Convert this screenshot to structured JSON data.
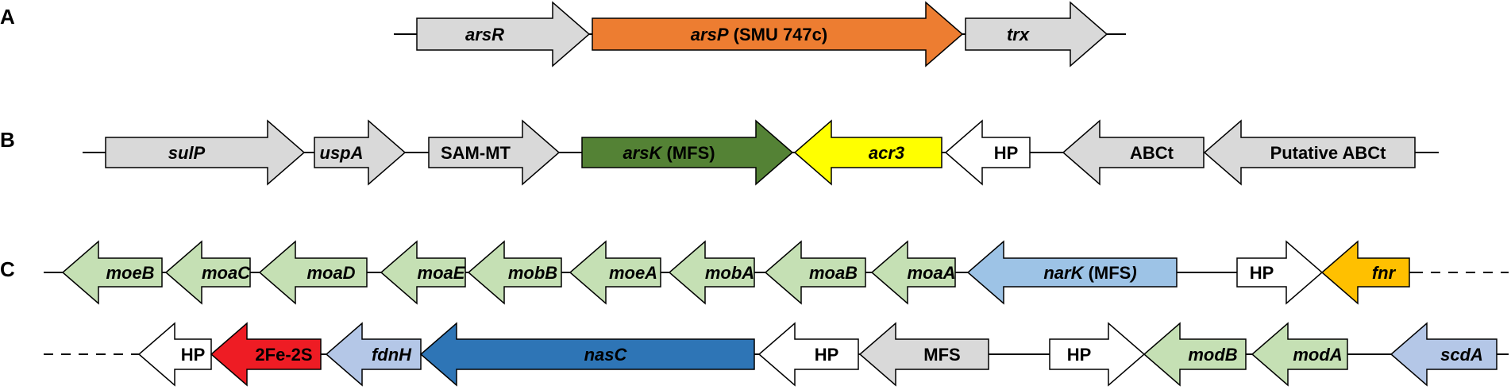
{
  "colors": {
    "grey": "#d9d9d9",
    "orange": "#ed7d31",
    "dark_green": "#548235",
    "yellow": "#ffff00",
    "white": "#ffffff",
    "light_green": "#c5e0b4",
    "light_blue": "#9dc3e6",
    "periwinkle": "#b4c7e7",
    "gold": "#ffc000",
    "red": "#ee1c24",
    "blue": "#2e75b6"
  },
  "panels": [
    {
      "label": "A",
      "genes": [
        {
          "parts": [
            {
              "text": "arsR",
              "italic": true
            }
          ],
          "direction": "right",
          "color": "grey"
        },
        {
          "parts": [
            {
              "text": "arsP",
              "italic": true
            },
            {
              "text": " (SMU 747c)",
              "italic": false
            }
          ],
          "direction": "right",
          "color": "orange"
        },
        {
          "parts": [
            {
              "text": "trx",
              "italic": true
            }
          ],
          "direction": "right",
          "color": "grey"
        }
      ]
    },
    {
      "label": "B",
      "genes": [
        {
          "parts": [
            {
              "text": "sulP",
              "italic": true
            }
          ],
          "direction": "right",
          "color": "grey"
        },
        {
          "parts": [
            {
              "text": "uspA",
              "italic": true
            }
          ],
          "direction": "right",
          "color": "grey"
        },
        {
          "parts": [
            {
              "text": "SAM-MT",
              "italic": false
            }
          ],
          "direction": "right",
          "color": "grey"
        },
        {
          "parts": [
            {
              "text": "arsK",
              "italic": true
            },
            {
              "text": " (MFS)",
              "italic": false
            }
          ],
          "direction": "right",
          "color": "dark_green"
        },
        {
          "parts": [
            {
              "text": "acr3",
              "italic": true
            }
          ],
          "direction": "left",
          "color": "yellow"
        },
        {
          "parts": [
            {
              "text": "HP",
              "italic": false
            }
          ],
          "direction": "left",
          "color": "white"
        },
        {
          "parts": [
            {
              "text": "ABCt",
              "italic": false
            }
          ],
          "direction": "left",
          "color": "grey"
        },
        {
          "parts": [
            {
              "text": "Putative ABCt",
              "italic": false
            }
          ],
          "direction": "left",
          "color": "grey"
        }
      ]
    },
    {
      "label": "C",
      "genes": [
        {
          "parts": [
            {
              "text": "moeB",
              "italic": true
            }
          ],
          "direction": "left",
          "color": "light_green"
        },
        {
          "parts": [
            {
              "text": "moaC",
              "italic": true
            }
          ],
          "direction": "left",
          "color": "light_green"
        },
        {
          "parts": [
            {
              "text": "moaD",
              "italic": true
            }
          ],
          "direction": "left",
          "color": "light_green"
        },
        {
          "parts": [
            {
              "text": "moaE",
              "italic": true
            }
          ],
          "direction": "left",
          "color": "light_green"
        },
        {
          "parts": [
            {
              "text": "mobB",
              "italic": true
            }
          ],
          "direction": "left",
          "color": "light_green"
        },
        {
          "parts": [
            {
              "text": "moeA",
              "italic": true
            }
          ],
          "direction": "left",
          "color": "light_green"
        },
        {
          "parts": [
            {
              "text": "mobA",
              "italic": true
            }
          ],
          "direction": "left",
          "color": "light_green"
        },
        {
          "parts": [
            {
              "text": "moaB",
              "italic": true
            }
          ],
          "direction": "left",
          "color": "light_green"
        },
        {
          "parts": [
            {
              "text": "moaA",
              "italic": true
            }
          ],
          "direction": "left",
          "color": "light_green"
        },
        {
          "parts": [
            {
              "text": "narK",
              "italic": true
            },
            {
              "text": " (MFS",
              "italic": false
            },
            {
              "text": ")",
              "italic": true
            }
          ],
          "direction": "left",
          "color": "light_blue"
        },
        {
          "parts": [
            {
              "text": "HP",
              "italic": false
            }
          ],
          "direction": "right",
          "color": "white"
        },
        {
          "parts": [
            {
              "text": "fnr",
              "italic": true
            }
          ],
          "direction": "left",
          "color": "gold"
        },
        {
          "parts": [
            {
              "text": "HP",
              "italic": false
            }
          ],
          "direction": "left",
          "color": "white"
        },
        {
          "parts": [
            {
              "text": "2Fe-2S",
              "italic": false
            }
          ],
          "direction": "left",
          "color": "red"
        },
        {
          "parts": [
            {
              "text": "fdnH",
              "italic": true
            }
          ],
          "direction": "left",
          "color": "periwinkle"
        },
        {
          "parts": [
            {
              "text": "nasC",
              "italic": true
            }
          ],
          "direction": "left",
          "color": "blue"
        },
        {
          "parts": [
            {
              "text": "HP",
              "italic": false
            }
          ],
          "direction": "left",
          "color": "white"
        },
        {
          "parts": [
            {
              "text": "MFS",
              "italic": false
            }
          ],
          "direction": "left",
          "color": "grey"
        },
        {
          "parts": [
            {
              "text": "HP",
              "italic": false
            }
          ],
          "direction": "right",
          "color": "white"
        },
        {
          "parts": [
            {
              "text": "modB",
              "italic": true
            }
          ],
          "direction": "left",
          "color": "light_green"
        },
        {
          "parts": [
            {
              "text": "modA",
              "italic": true
            }
          ],
          "direction": "left",
          "color": "light_green"
        },
        {
          "parts": [
            {
              "text": "scdA",
              "italic": true
            }
          ],
          "direction": "left",
          "color": "periwinkle"
        }
      ]
    }
  ]
}
